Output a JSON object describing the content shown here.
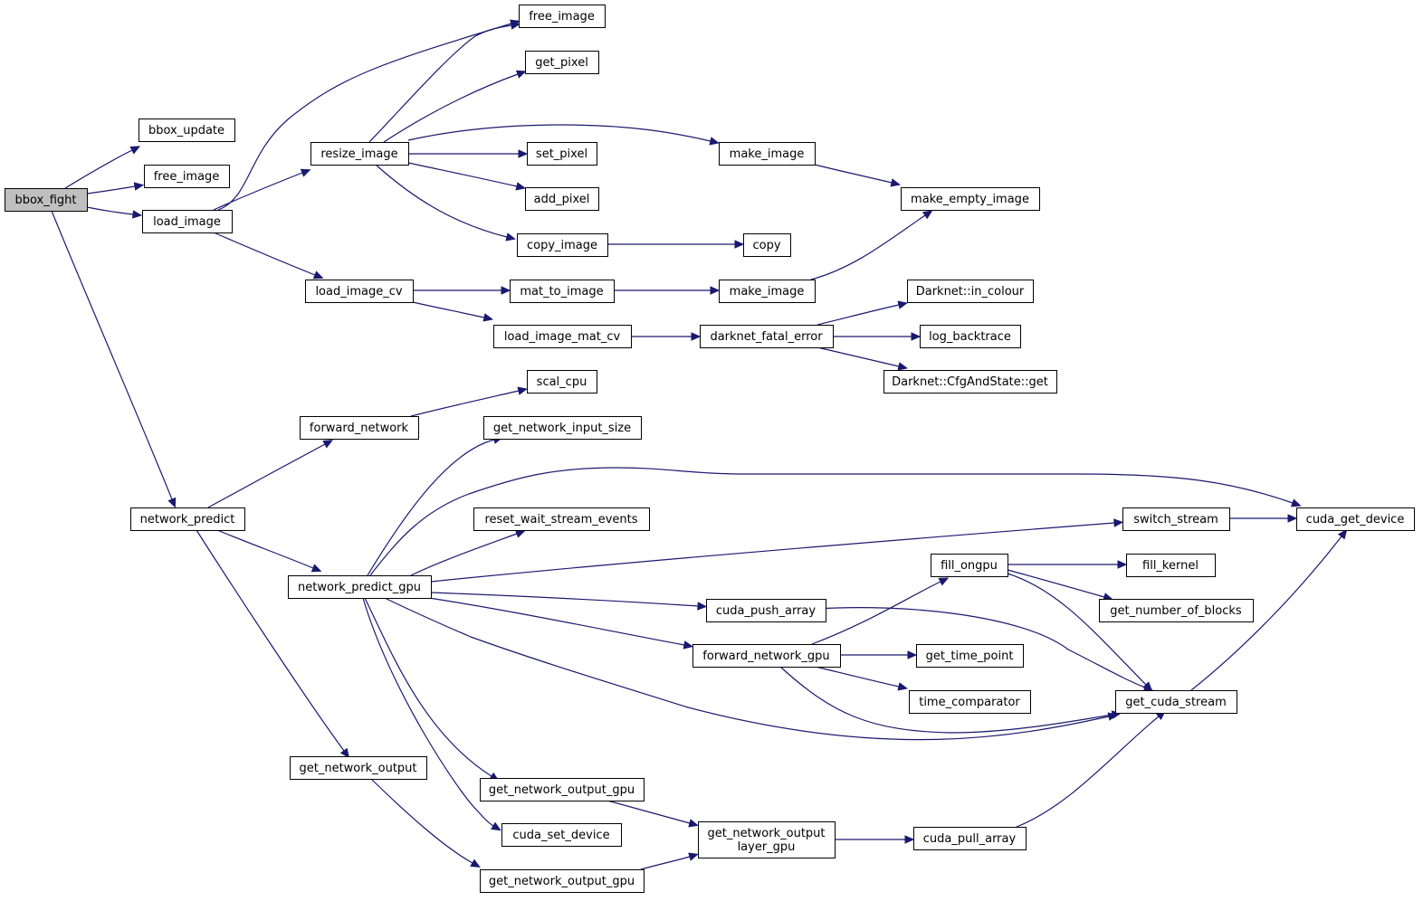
{
  "colors": {
    "edge": "#191970",
    "node_border": "#000000",
    "root_fill": "#bfbfbf",
    "node_fill": "#ffffff"
  },
  "nodes": {
    "bbox_fight": {
      "label": "bbox_fight"
    },
    "bbox_update": {
      "label": "bbox_update"
    },
    "free_image_1": {
      "label": "free_image"
    },
    "load_image": {
      "label": "load_image"
    },
    "network_predict": {
      "label": "network_predict"
    },
    "free_image_2": {
      "label": "free_image"
    },
    "get_pixel": {
      "label": "get_pixel"
    },
    "resize_image": {
      "label": "resize_image"
    },
    "set_pixel": {
      "label": "set_pixel"
    },
    "add_pixel": {
      "label": "add_pixel"
    },
    "copy_image": {
      "label": "copy_image"
    },
    "make_image_1": {
      "label": "make_image"
    },
    "make_empty_image": {
      "label": "make_empty_image"
    },
    "copy": {
      "label": "copy"
    },
    "load_image_cv": {
      "label": "load_image_cv"
    },
    "mat_to_image": {
      "label": "mat_to_image"
    },
    "make_image_2": {
      "label": "make_image"
    },
    "load_image_mat_cv": {
      "label": "load_image_mat_cv"
    },
    "darknet_fatal_error": {
      "label": "darknet_fatal_error"
    },
    "in_colour": {
      "label": "Darknet::in_colour"
    },
    "log_backtrace": {
      "label": "log_backtrace"
    },
    "cfg_get": {
      "label": "Darknet::CfgAndState::get"
    },
    "scal_cpu": {
      "label": "scal_cpu"
    },
    "forward_network": {
      "label": "forward_network"
    },
    "get_network_input_size": {
      "label": "get_network_input_size"
    },
    "reset_wait_stream_events": {
      "label": "reset_wait_stream_events"
    },
    "switch_stream": {
      "label": "switch_stream"
    },
    "cuda_get_device": {
      "label": "cuda_get_device"
    },
    "network_predict_gpu": {
      "label": "network_predict_gpu"
    },
    "fill_ongpu": {
      "label": "fill_ongpu"
    },
    "fill_kernel": {
      "label": "fill_kernel"
    },
    "get_number_of_blocks": {
      "label": "get_number_of_blocks"
    },
    "cuda_push_array": {
      "label": "cuda_push_array"
    },
    "forward_network_gpu": {
      "label": "forward_network_gpu"
    },
    "get_time_point": {
      "label": "get_time_point"
    },
    "time_comparator": {
      "label": "time_comparator"
    },
    "get_cuda_stream": {
      "label": "get_cuda_stream"
    },
    "get_network_output": {
      "label": "get_network_output"
    },
    "get_network_output_gpu_1": {
      "label": "get_network_output_gpu"
    },
    "cuda_set_device": {
      "label": "cuda_set_device"
    },
    "get_network_output_layer_gpu": {
      "label": "get_network_output\nlayer_gpu"
    },
    "cuda_pull_array": {
      "label": "cuda_pull_array"
    },
    "get_network_output_gpu_2": {
      "label": "get_network_output_gpu"
    }
  },
  "edges": [
    [
      "bbox_fight",
      "bbox_update"
    ],
    [
      "bbox_fight",
      "free_image_1"
    ],
    [
      "bbox_fight",
      "load_image"
    ],
    [
      "bbox_fight",
      "network_predict"
    ],
    [
      "load_image",
      "free_image_2"
    ],
    [
      "load_image",
      "resize_image"
    ],
    [
      "load_image",
      "load_image_cv"
    ],
    [
      "resize_image",
      "free_image_2"
    ],
    [
      "resize_image",
      "get_pixel"
    ],
    [
      "resize_image",
      "make_image_1"
    ],
    [
      "resize_image",
      "set_pixel"
    ],
    [
      "resize_image",
      "add_pixel"
    ],
    [
      "resize_image",
      "copy_image"
    ],
    [
      "make_image_1",
      "make_empty_image"
    ],
    [
      "copy_image",
      "copy"
    ],
    [
      "load_image_cv",
      "mat_to_image"
    ],
    [
      "load_image_cv",
      "load_image_mat_cv"
    ],
    [
      "mat_to_image",
      "make_image_2"
    ],
    [
      "make_image_2",
      "make_empty_image"
    ],
    [
      "load_image_mat_cv",
      "darknet_fatal_error"
    ],
    [
      "darknet_fatal_error",
      "in_colour"
    ],
    [
      "darknet_fatal_error",
      "log_backtrace"
    ],
    [
      "darknet_fatal_error",
      "cfg_get"
    ],
    [
      "network_predict",
      "forward_network"
    ],
    [
      "network_predict",
      "network_predict_gpu"
    ],
    [
      "network_predict",
      "get_network_output"
    ],
    [
      "forward_network",
      "scal_cpu"
    ],
    [
      "network_predict_gpu",
      "get_network_input_size"
    ],
    [
      "network_predict_gpu",
      "cuda_get_device"
    ],
    [
      "network_predict_gpu",
      "reset_wait_stream_events"
    ],
    [
      "network_predict_gpu",
      "switch_stream"
    ],
    [
      "network_predict_gpu",
      "cuda_push_array"
    ],
    [
      "network_predict_gpu",
      "forward_network_gpu"
    ],
    [
      "network_predict_gpu",
      "get_cuda_stream"
    ],
    [
      "network_predict_gpu",
      "get_network_output_gpu_1"
    ],
    [
      "network_predict_gpu",
      "cuda_set_device"
    ],
    [
      "switch_stream",
      "cuda_get_device"
    ],
    [
      "fill_ongpu",
      "fill_kernel"
    ],
    [
      "fill_ongpu",
      "get_number_of_blocks"
    ],
    [
      "fill_ongpu",
      "get_cuda_stream"
    ],
    [
      "cuda_push_array",
      "get_cuda_stream"
    ],
    [
      "forward_network_gpu",
      "fill_ongpu"
    ],
    [
      "forward_network_gpu",
      "get_time_point"
    ],
    [
      "forward_network_gpu",
      "time_comparator"
    ],
    [
      "forward_network_gpu",
      "get_cuda_stream"
    ],
    [
      "get_cuda_stream",
      "cuda_get_device"
    ],
    [
      "get_network_output",
      "get_network_output_gpu_2"
    ],
    [
      "get_network_output_gpu_1",
      "get_network_output_layer_gpu"
    ],
    [
      "get_network_output_gpu_2",
      "get_network_output_layer_gpu"
    ],
    [
      "get_network_output_layer_gpu",
      "cuda_pull_array"
    ],
    [
      "cuda_pull_array",
      "get_cuda_stream"
    ]
  ]
}
